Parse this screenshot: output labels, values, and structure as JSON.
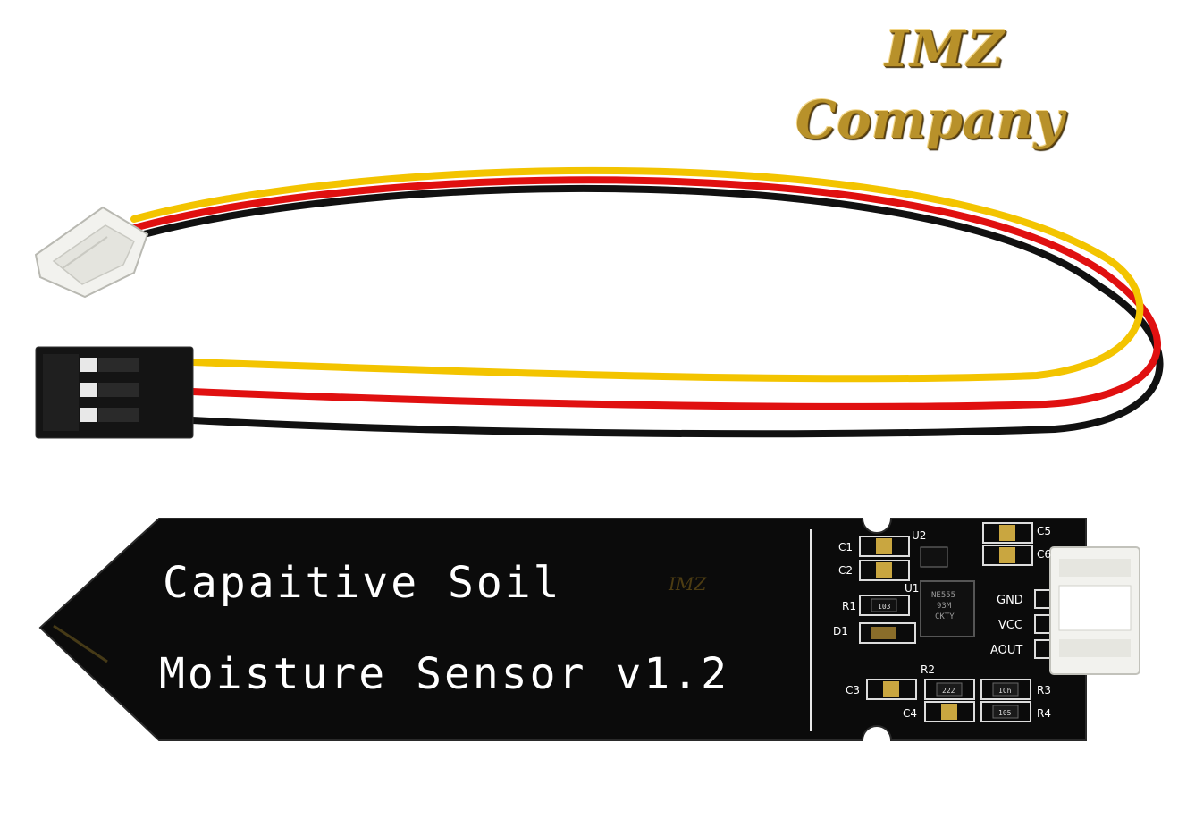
{
  "logo": {
    "line1": "IMZ",
    "line2": "Company"
  },
  "board": {
    "title_line1": "Capaitive Soil",
    "title_line2": "Moisture Sensor v1.2",
    "watermark": "IMZ",
    "component_labels": [
      "C1",
      "C2",
      "R1",
      "D1",
      "U2",
      "U1",
      "C3",
      "R2",
      "C4",
      "C5",
      "C6",
      "R3",
      "R4"
    ],
    "pin_labels": [
      "GND",
      "VCC",
      "AOUT"
    ],
    "chip_marking": [
      "NE555",
      "93M",
      "CKTY"
    ],
    "resistor_codes": [
      "103",
      "222",
      "1Ch",
      "105"
    ]
  },
  "colors": {
    "board": "#0b0b0b",
    "wire_yellow": "#f3c400",
    "wire_red": "#e01010",
    "wire_black": "#111111",
    "logo_gold": "#b8912a",
    "pad_gold": "#c9a640",
    "connector_white": "#f2f2ee"
  }
}
